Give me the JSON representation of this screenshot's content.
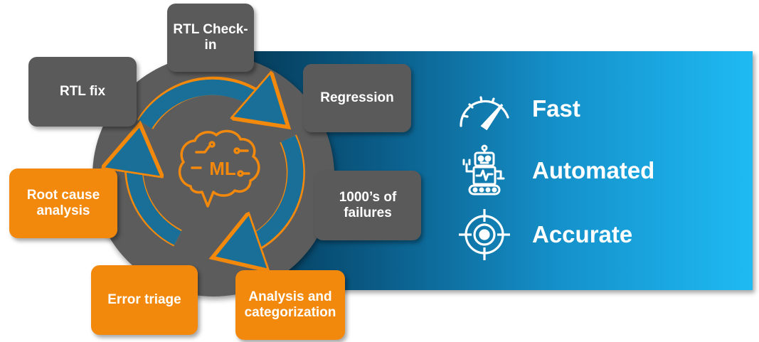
{
  "diagram": {
    "center_label": "ML",
    "steps": [
      {
        "id": "rtl-check-in",
        "label": "RTL Check-in"
      },
      {
        "id": "regression",
        "label": "Regression"
      },
      {
        "id": "failures",
        "label": "1000’s of failures"
      },
      {
        "id": "analysis",
        "label": "Analysis and categorization"
      },
      {
        "id": "error-triage",
        "label": "Error triage"
      },
      {
        "id": "root-cause",
        "label": "Root cause analysis"
      },
      {
        "id": "rtl-fix",
        "label": "RTL fix"
      }
    ]
  },
  "features": [
    {
      "label": "Fast",
      "icon": "speedometer-icon"
    },
    {
      "label": "Automated",
      "icon": "robot-icon"
    },
    {
      "label": "Accurate",
      "icon": "target-icon"
    }
  ],
  "colors": {
    "banner_dark": "#04344f",
    "banner_light": "#1fbaf3",
    "grey_box": "#5a5a5a",
    "orange_box": "#f3890c",
    "arrow_blue": "#1a6f98",
    "brain_orange": "#f3890c"
  }
}
